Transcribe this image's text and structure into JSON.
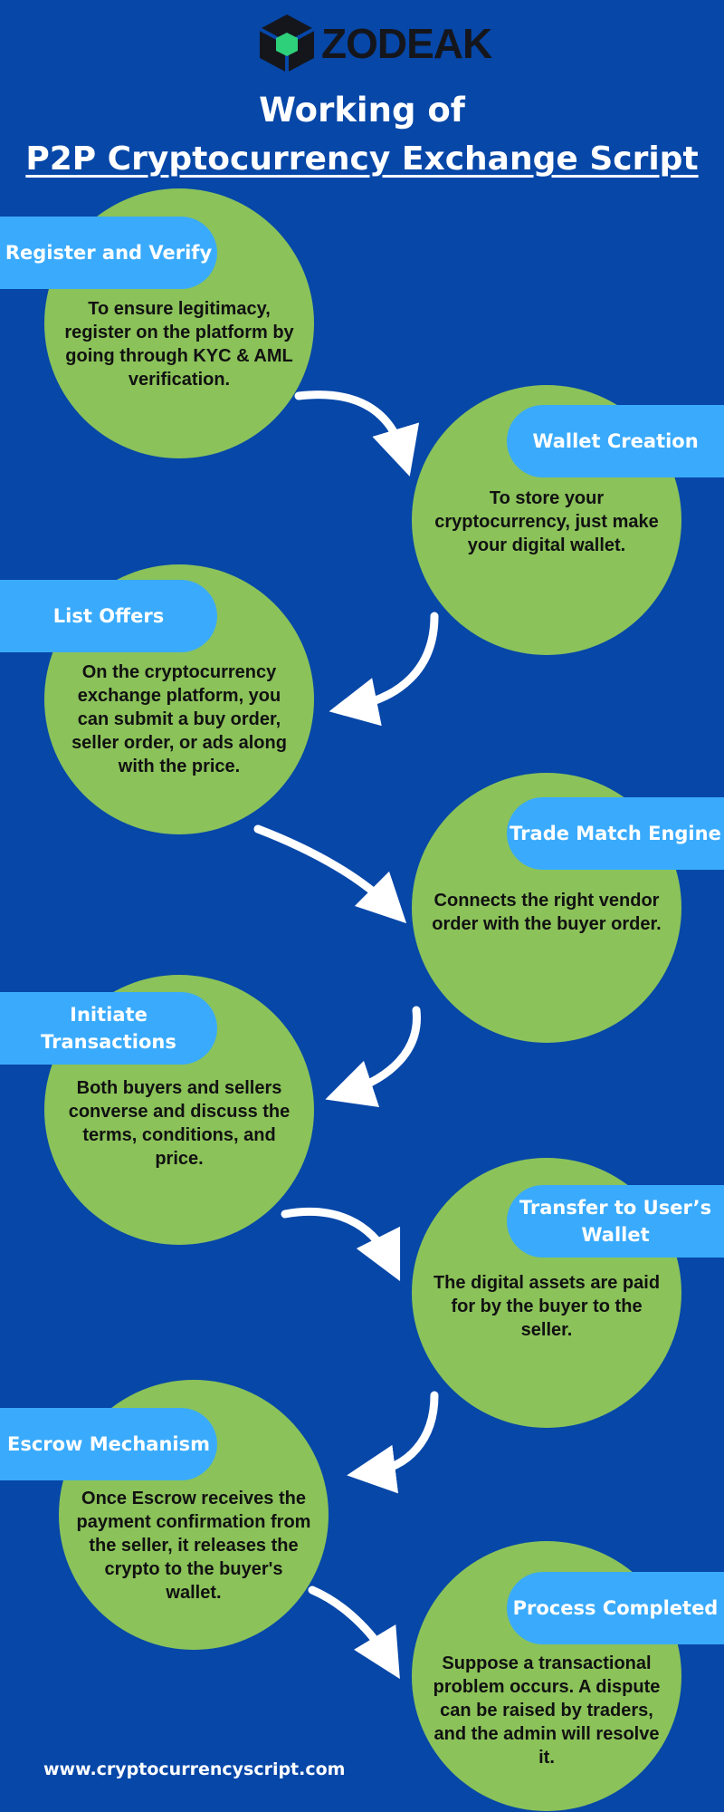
{
  "brand": {
    "name": "ZODEAK"
  },
  "title": {
    "line1": "Working of",
    "line2": "P2P Cryptocurrency Exchange Script"
  },
  "steps": [
    {
      "label": "Register and Verify",
      "text": "To ensure legitimacy, register on the platform by going through KYC & AML verification."
    },
    {
      "label": "Wallet Creation",
      "text": "To store your cryptocurrency, just make your digital wallet."
    },
    {
      "label": "List Offers",
      "text": "On the cryptocurrency exchange platform, you can submit a buy order, seller order, or ads along with the price."
    },
    {
      "label": "Trade Match Engine",
      "text": "Connects the right vendor order with the buyer order."
    },
    {
      "label": "Initiate Transactions",
      "text": "Both buyers and sellers converse and discuss the terms, conditions, and price."
    },
    {
      "label": "Transfer to User’s Wallet",
      "text": "The digital assets are paid for by the buyer to the seller."
    },
    {
      "label": "Escrow Mechanism",
      "text": "Once Escrow receives the payment confirmation from the seller, it releases the crypto to the buyer's wallet."
    },
    {
      "label": "Process Completed",
      "text": "Suppose a transactional problem occurs. A dispute can be raised by traders, and the admin will resolve it."
    }
  ],
  "footer": {
    "url": "www.cryptocurrencyscript.com"
  },
  "colors": {
    "background": "#0647a8",
    "circle": "#8bc25a",
    "label": "#3aabfc"
  }
}
